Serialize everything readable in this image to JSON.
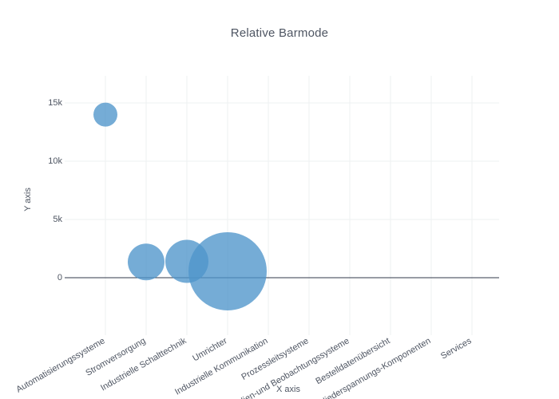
{
  "chart_data": {
    "type": "scatter",
    "title": "Relative Barmode",
    "xlabel": "X axis",
    "ylabel": "Y axis",
    "marker_mode": "bubble",
    "marker_color": "#4e95ca",
    "marker_opacity": 0.78,
    "grid": true,
    "legend": "none",
    "zeroline": true,
    "ylim": [
      -1800,
      16600
    ],
    "yticks": [
      0,
      5000,
      10000,
      15000
    ],
    "ytick_labels": [
      "0",
      "5k",
      "10k",
      "15k"
    ],
    "categories": [
      "Automatisierungssysteme",
      "Stromversorgung",
      "Industrielle Schalttechnik",
      "Umrichter",
      "Industrielle Kommunikation",
      "Prozessleitsysteme",
      "Bedien-und Beobachtungssysteme",
      "Bestelldatenübersicht",
      "Niederspannungs-Komponenten",
      "Services"
    ],
    "points": [
      {
        "category": "Automatisierungssysteme",
        "x": 0,
        "y": 14000,
        "size": 30
      },
      {
        "category": "Stromversorgung",
        "x": 1,
        "y": 1350,
        "size": 46
      },
      {
        "category": "Industrielle Schalttechnik",
        "x": 2,
        "y": 1400,
        "size": 54
      },
      {
        "category": "Umrichter",
        "x": 3,
        "y": 550,
        "size": 98
      }
    ]
  }
}
